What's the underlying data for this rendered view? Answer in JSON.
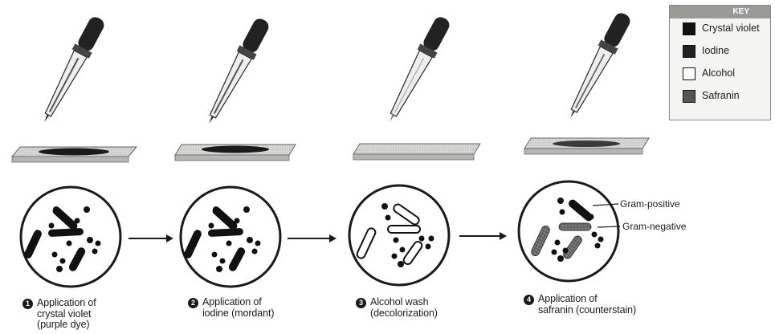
{
  "key": {
    "title": "KEY",
    "items": [
      {
        "label": "Crystal violet",
        "color": "#111111"
      },
      {
        "label": "Iodine",
        "color": "#222222"
      },
      {
        "label": "Alcohol",
        "color": "#ffffff"
      },
      {
        "label": "Safranin",
        "color": "#555555"
      }
    ]
  },
  "steps": [
    {
      "number": "1",
      "line1": "Application of",
      "line2": "crystal violet",
      "line3": "(purple dye)"
    },
    {
      "number": "2",
      "line1": "Application of",
      "line2": "iodine (mordant)"
    },
    {
      "number": "3",
      "line1": "Alcohol wash",
      "line2": "(decolorization)"
    },
    {
      "number": "4",
      "line1": "Application of",
      "line2": "safranin (counterstain)"
    }
  ],
  "callouts": {
    "gram_positive": "Gram-positive",
    "gram_negative": "Gram-negative"
  }
}
